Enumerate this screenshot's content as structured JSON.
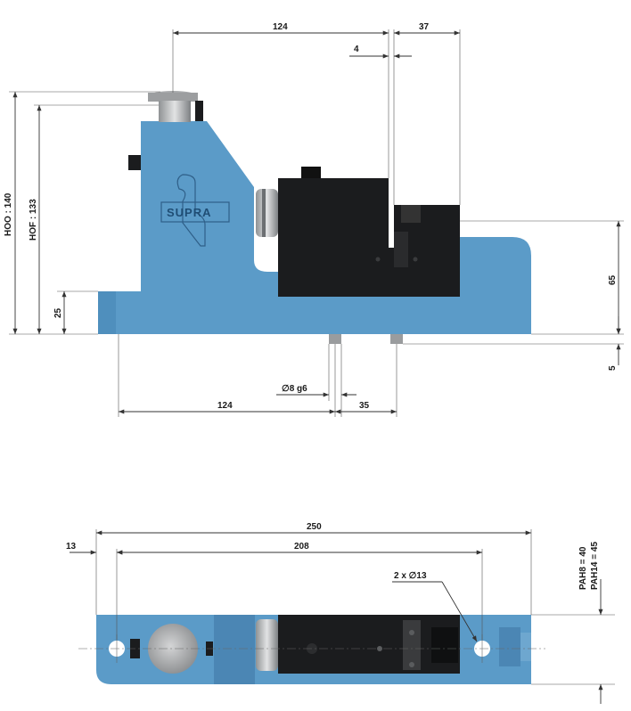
{
  "drawing": {
    "brand": "SUPRA",
    "colors": {
      "body_blue": "#5b9bc8",
      "body_blue_dark": "#3f7aa6",
      "block_black": "#1b1c1e",
      "steel": "#b9bbbd",
      "line": "#333333"
    }
  },
  "side_view": {
    "dim_top_124": "124",
    "dim_top_37": "37",
    "dim_top_4": "4",
    "dim_hoo": "HOO : 140",
    "dim_hof": "HOF : 133",
    "dim_25": "25",
    "dim_65": "65",
    "dim_5": "5",
    "dim_pin": "∅8 g6",
    "dim_bottom_124": "124",
    "dim_bottom_35": "35"
  },
  "top_view": {
    "dim_250": "250",
    "dim_208": "208",
    "dim_13": "13",
    "dim_holes": "2 x ∅13",
    "dim_pah8": "PAH8 = 40",
    "dim_pah14": "PAH14 = 45"
  }
}
